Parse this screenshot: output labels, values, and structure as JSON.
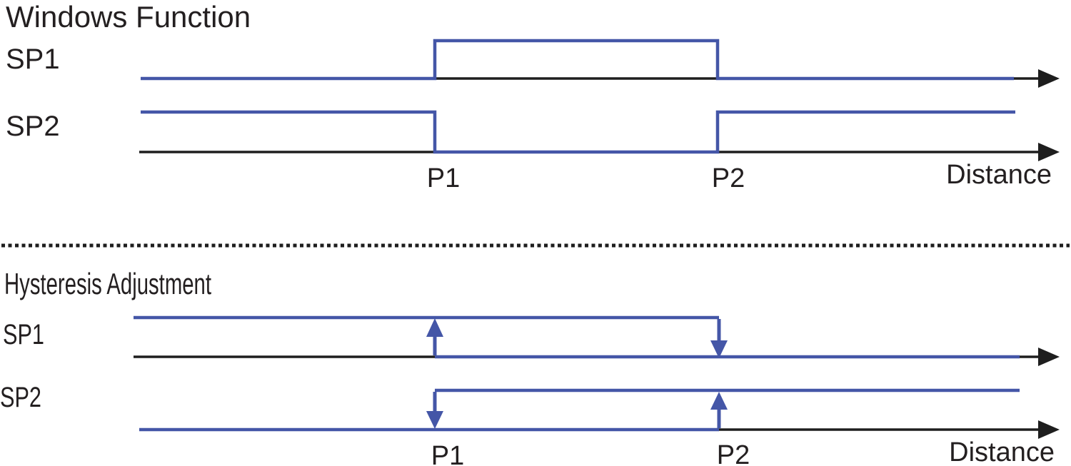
{
  "colors": {
    "signal_blue": "#4456a7",
    "axis_black": "#1e1e1e",
    "text_color": "#231f20"
  },
  "sections": {
    "windows": {
      "title": "Windows Function",
      "sp1_label": "SP1",
      "sp2_label": "SP2",
      "p1_label": "P1",
      "p2_label": "P2",
      "axis_label": "Distance",
      "sp1_signal": {
        "before_p1": "low",
        "between_p1_p2": "high",
        "after_p2": "low"
      },
      "sp2_signal": {
        "before_p1": "high",
        "between_p1_p2": "low",
        "after_p2": "high"
      }
    },
    "hysteresis": {
      "title": "Hysteresis Adjustment",
      "sp1_label": "SP1",
      "sp2_label": "SP2",
      "p1_label": "P1",
      "p2_label": "P2",
      "axis_label": "Distance",
      "sp1_signal": {
        "high_line": "from left edge to P2",
        "up_arrow_at": "P1",
        "down_arrow_at": "P2",
        "low_line": "from P1 to right edge"
      },
      "sp2_signal": {
        "low_line": "from left edge to P2",
        "down_arrow_at": "P1",
        "up_arrow_at": "P2",
        "high_line": "from P1 to right edge"
      }
    }
  }
}
